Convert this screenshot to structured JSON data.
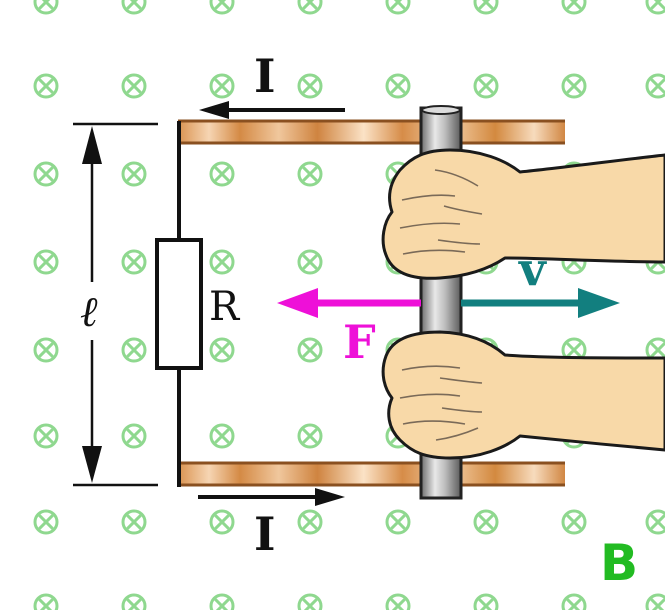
{
  "labels": {
    "current_top": "I",
    "current_bottom": "I",
    "length": "ℓ",
    "resistor": "R",
    "velocity": "v",
    "force": "F",
    "field": "B"
  },
  "colors": {
    "field_symbol": "#8fd88f",
    "rail_copper": "#d49257",
    "rail_edge": "#8a5020",
    "rod_metal": "#9a9a9a",
    "hand_skin": "#f8d9a8",
    "hand_outline": "#1a1a1a",
    "velocity_arrow": "#127f7f",
    "force_arrow": "#ee10d8",
    "field_label": "#22bb22",
    "wire": "#111111"
  },
  "icons": {
    "field_symbol": "cross-in-circle-into-page-icon"
  }
}
